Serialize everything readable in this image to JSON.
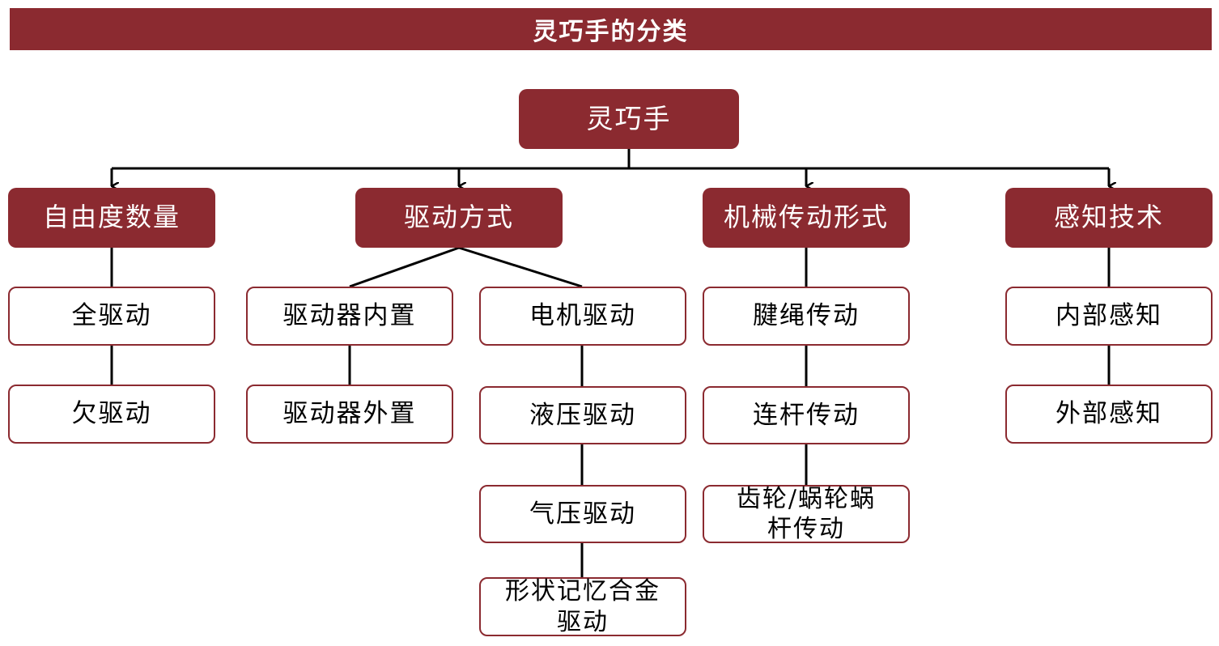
{
  "header": {
    "title": "灵巧手的分类"
  },
  "colors": {
    "primary": "#8b2a30",
    "line": "#000000",
    "background": "#ffffff"
  },
  "root": {
    "label": "灵巧手"
  },
  "categories": [
    {
      "label": "自由度数量",
      "children": [
        "全驱动",
        "欠驱动"
      ]
    },
    {
      "label": "驱动方式",
      "groups": [
        {
          "label": "驱动器内置",
          "children": [
            "驱动器外置"
          ]
        },
        {
          "label": "电机驱动",
          "children": [
            "液压驱动",
            "气压驱动",
            "形状记忆合金驱动"
          ]
        }
      ]
    },
    {
      "label": "机械传动形式",
      "children": [
        "腱绳传动",
        "连杆传动",
        "齿轮/蜗轮蜗杆传动"
      ]
    },
    {
      "label": "感知技术",
      "children": [
        "内部感知",
        "外部感知"
      ]
    }
  ]
}
